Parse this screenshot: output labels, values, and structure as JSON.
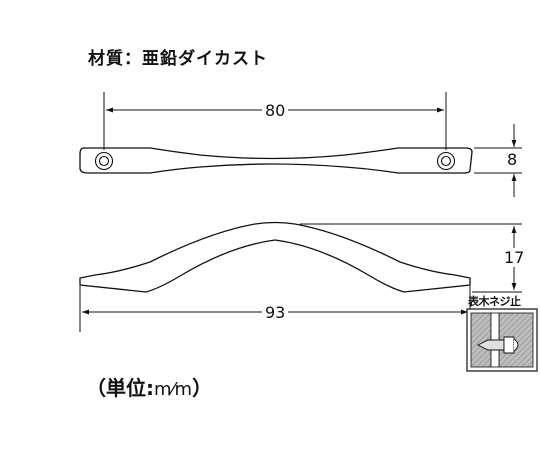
{
  "material_label": "材質：亜鉛ダイカスト",
  "unit_prefix": "（単位:",
  "unit_fraction": "m⁄m",
  "unit_suffix": "）",
  "dimensions": {
    "hole_pitch": "80",
    "width": "8",
    "height": "17",
    "overall_length": "93"
  },
  "fixing_label": "表木ネジ止"
}
